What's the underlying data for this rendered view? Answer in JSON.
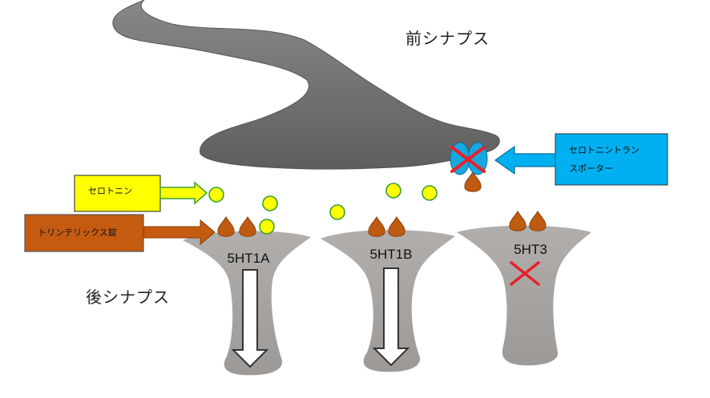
{
  "labels": {
    "presynapse": "前シナプス",
    "postsynapse": "後シナプス",
    "serotonin": "セロトニン",
    "drug": "トリンテリックス錠",
    "transporter_line1": "セロトニントラン",
    "transporter_line2": "スポーター"
  },
  "receptors": [
    "5HT1A",
    "5HT1B",
    "5HT3"
  ],
  "colors": {
    "neuron_dark": "#707070",
    "receptor": "#a5a2a0",
    "serotonin_fill": "#ffff00",
    "serotonin_stroke": "#3aa033",
    "drug": "#bf5b10",
    "transporter": "#00b0f0",
    "block_mark": "#e8202a"
  }
}
